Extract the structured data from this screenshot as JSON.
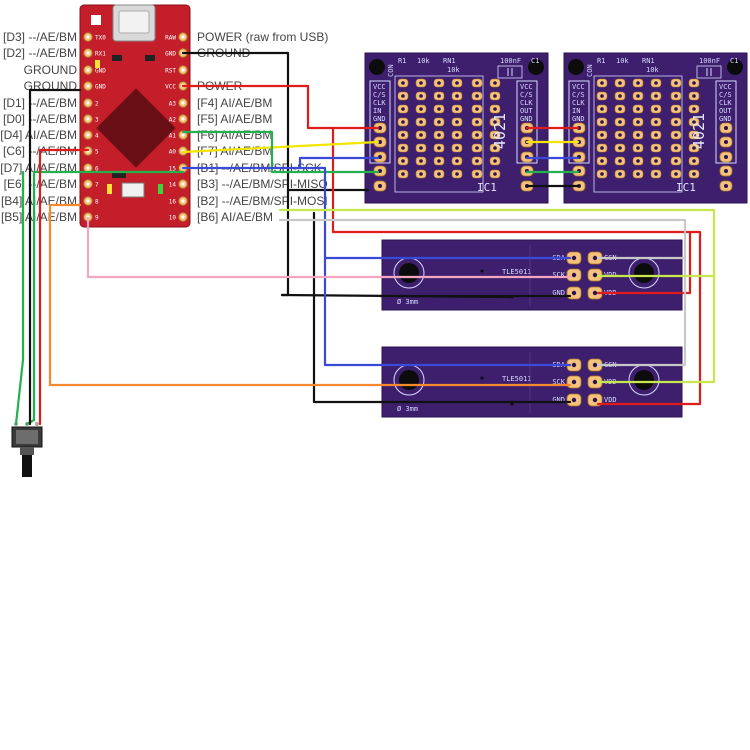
{
  "diagram": {
    "colors": {
      "board_red": "#c41e2a",
      "pcb_purple": "#3d1f6e",
      "wire_black": "#111111",
      "wire_red": "#e01b1b",
      "wire_yellow": "#f2e500",
      "wire_blue": "#3a4ad8",
      "wire_green": "#22b14c",
      "wire_gray": "#c8c8c8",
      "wire_lime": "#c6e84a",
      "wire_pink": "#f4a6c0",
      "wire_orange": "#f5892e"
    },
    "controller": {
      "left_labels": [
        "[D3] --/AE/BM",
        "[D2] --/AE/BM",
        "GROUND",
        "GROUND",
        "[D1] --/AE/BM",
        "[D0] --/AE/BM",
        "[D4] AI/AE/BM",
        "[C6] --/AE/BM",
        "[D7] AI/AE/BM",
        "[E6] --/AE/BM",
        "[B4] AI/AE/BM",
        "[B5] AI/AE/BM"
      ],
      "right_labels": [
        "POWER (raw from USB)",
        "GROUND",
        "",
        "POWER",
        "[F4] AI/AE/BM",
        "[F5] AI/AE/BM",
        "[F6] AI/AE/BM",
        "[F7] AI/AE/BM",
        "[B1] --/AE/BM/SPI-SCK",
        "[B3] --/AE/BM/SPI-MISO",
        "[B2] --/AE/BM/SPI-MOSI",
        "[B6] AI/AE/BM"
      ],
      "left_silk": [
        "TX0",
        "RX1",
        "GND",
        "GND",
        "2",
        "3",
        "4",
        "5",
        "6",
        "7",
        "8",
        "9"
      ],
      "right_silk": [
        "RAW",
        "GND",
        "RST",
        "VCC",
        "A3",
        "A2",
        "A1",
        "A0",
        "15",
        "14",
        "16",
        "10"
      ]
    },
    "shift_board": {
      "chip": "4021",
      "ic_label": "IC1",
      "r1": "R1",
      "r1_value": "10k",
      "rn1": "RN1",
      "rn1_value": "10k",
      "cap": "100nF",
      "c1": "C1",
      "con": "CON",
      "left_pins": [
        "VCC",
        "C/S",
        "CLK",
        "IN",
        "GND"
      ],
      "right_pins": [
        "VCC",
        "C/S",
        "CLK",
        "OUT",
        "GND"
      ]
    },
    "sensor_board": {
      "chip": "TLE5011",
      "hole": "Ø 3mm",
      "left_pins": [
        "SDA",
        "SCK",
        "GND"
      ],
      "right_pins": [
        "CSN",
        "VDD",
        "VDD"
      ]
    }
  }
}
